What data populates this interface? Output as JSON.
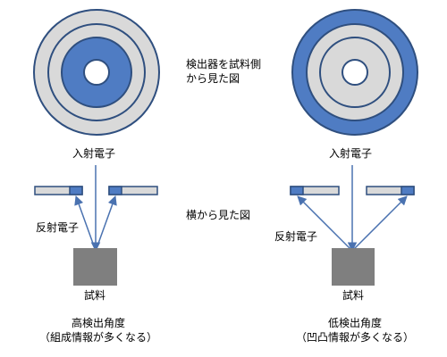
{
  "labels": {
    "top_view_line1": "検出器を試料側",
    "top_view_line2": "から見た図",
    "side_view": "横から見た図",
    "incident_left": "入射電子",
    "incident_right": "入射電子",
    "reflected_left": "反射電子",
    "reflected_right": "反射電子",
    "sample_left": "試料",
    "sample_right": "試料",
    "high_angle_title": "高検出角度",
    "high_angle_note": "（組成情報が多くなる）",
    "low_angle_title": "低検出角度",
    "low_angle_note": "（凹凸情報が多くなる）"
  },
  "colors": {
    "detector_blue": "#4f7cc3",
    "ring_gray": "#d9d9d9",
    "outline": "#2f4f7f",
    "beam": "#4a72b0",
    "sample": "#7f7f7f"
  }
}
